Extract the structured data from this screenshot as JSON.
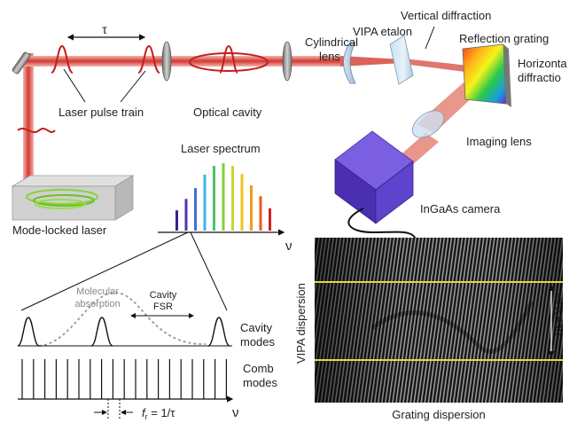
{
  "labels": {
    "tau": "τ",
    "laser_pulse_train": "Laser pulse train",
    "optical_cavity": "Optical cavity",
    "cylindrical_lens_1": "Cylindrical",
    "cylindrical_lens_2": "lens",
    "vipa_etalon": "VIPA etalon",
    "vertical_diffraction": "Vertical diffraction",
    "reflection_grating": "Reflection grating",
    "horizontal_diffraction_1": "Horizonta",
    "horizontal_diffraction_2": "diffractio",
    "imaging_lens": "Imaging lens",
    "ingaas_camera": "InGaAs camera",
    "mode_locked_laser": "Mode-locked laser",
    "laser_spectrum": "Laser spectrum",
    "nu": "ν",
    "molecular_absorption_1": "Molecular",
    "molecular_absorption_2": "absorption",
    "cavity_fsr_1": "Cavity",
    "cavity_fsr_2": "FSR",
    "cavity_modes_1": "Cavity",
    "cavity_modes_2": "modes",
    "comb_modes_1": "Comb",
    "comb_modes_2": "modes",
    "fr_symbol": "f",
    "fr_sub": "r",
    "fr_eq": " = 1/τ",
    "vipa_dispersion": "VIPA dispersion",
    "vipa_fsr": "VIPA FSR",
    "grating_dispersion": "Grating dispersion"
  },
  "spectrum_colors": [
    "#3b1f8f",
    "#5a2fb0",
    "#3f6fd8",
    "#3cb4e6",
    "#4cc36a",
    "#7ed23a",
    "#c7d92a",
    "#f2c21a",
    "#f39a1a",
    "#ea5a1a",
    "#d61f1f"
  ],
  "spectrum_levels": [
    0.3,
    0.47,
    0.63,
    0.83,
    0.96,
    1.0,
    0.96,
    0.84,
    0.67,
    0.51,
    0.33
  ],
  "colors": {
    "beam": "#cf2a2a",
    "optics": "#8a8a8a",
    "vipa_line": "#e8d640",
    "camera": "#5a3fc2"
  }
}
